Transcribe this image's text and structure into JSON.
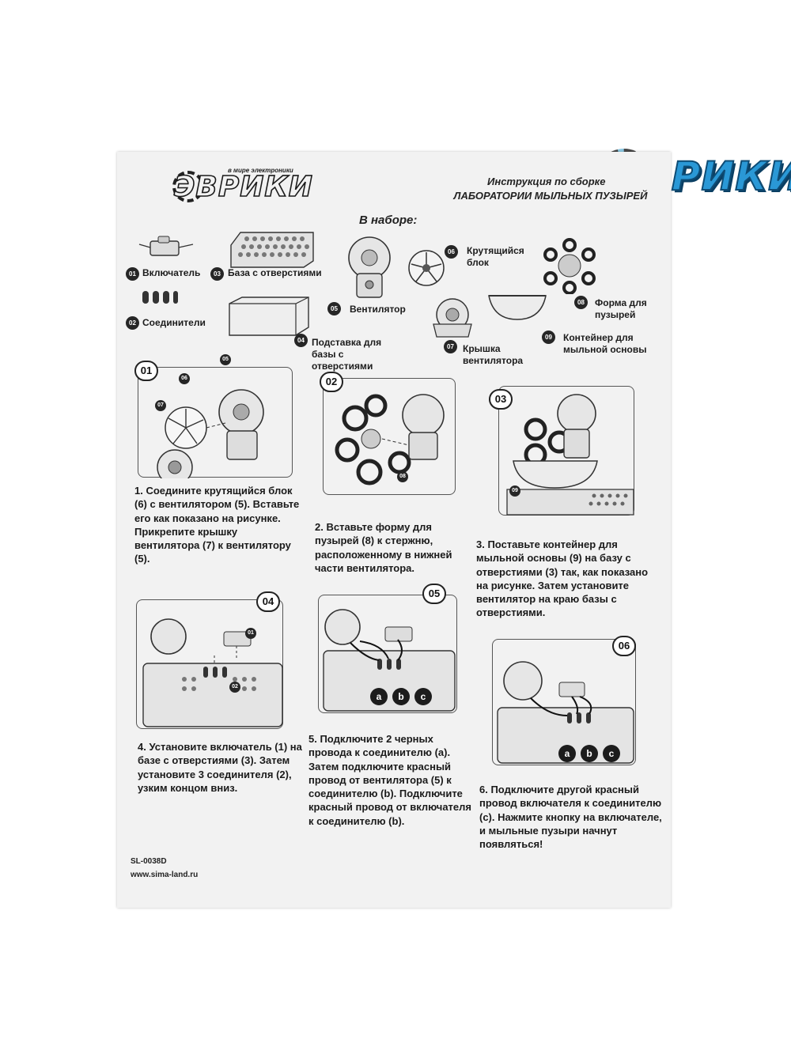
{
  "corner_logo": {
    "text": "ЭВРИКИ"
  },
  "sheet": {
    "brand": {
      "tagline": "в мире электроники",
      "name": "ЭВРИКИ"
    },
    "header": {
      "subtitle": "Инструкция по сборке",
      "title": "ЛАБОРАТОРИИ МЫЛЬНЫХ ПУЗЫРЕЙ"
    },
    "in_set_label": "В наборе:",
    "parts": [
      {
        "num": "01",
        "label": "Включатель"
      },
      {
        "num": "02",
        "label": "Соединители"
      },
      {
        "num": "03",
        "label": "База с отверстиями"
      },
      {
        "num": "04",
        "label": "Подставка для базы с отверстиями"
      },
      {
        "num": "05",
        "label": "Вентилятор"
      },
      {
        "num": "06",
        "label": "Крутящийся блок"
      },
      {
        "num": "07",
        "label": "Крышка вентилятора"
      },
      {
        "num": "08",
        "label": "Форма для пузырей"
      },
      {
        "num": "09",
        "label": "Контейнер для мыльной основы"
      }
    ],
    "steps": [
      {
        "num": "01",
        "text": "1. Соедините крутящийся блок (6) с вентилятором (5). Вставьте его как показано на рисунке. Прикрепите крышку вентилятора (7) к вентилятору (5)."
      },
      {
        "num": "02",
        "text": "2. Вставьте форму для пузырей (8) к стержню, расположенному в нижней части вентилятора."
      },
      {
        "num": "03",
        "text": "3. Поставьте контейнер для мыльной основы (9) на базу с отверстиями (3) так, как показано на рисунке. Затем установите вентилятор на краю базы с отверстиями."
      },
      {
        "num": "04",
        "text": "4. Установите включатель (1) на базе с отверстиями (3). Затем установите 3 соединителя (2), узким концом вниз."
      },
      {
        "num": "05",
        "text": "5. Подключите 2 черных провода к соединителю (a). Затем подключите красный провод от вентилятора (5) к соединителю (b). Подключите красный провод от включателя к соединителю (b)."
      },
      {
        "num": "06",
        "text": "6. Подключите другой красный провод включателя к соединителю (c). Нажмите кнопку на включателе, и мыльные пузыри начнут появляться!"
      }
    ],
    "diagram_labels": {
      "step1": [
        "05",
        "06",
        "07"
      ],
      "step2": [
        "08"
      ],
      "step3": [
        "09"
      ],
      "step4": [
        "01",
        "02"
      ],
      "connectors": [
        "a",
        "b",
        "c"
      ]
    },
    "footer": {
      "code": "SL-0038D",
      "site": "www.sima-land.ru"
    }
  }
}
